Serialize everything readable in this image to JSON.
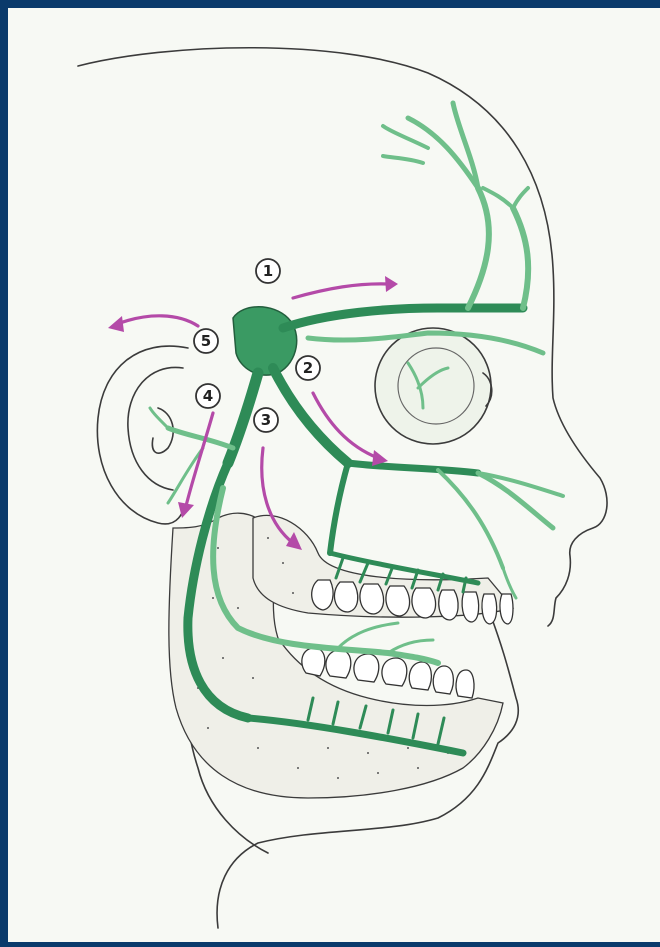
{
  "diagram": {
    "background_color": "#0a3a6b",
    "paper_color": "#f7f9f4",
    "nerve_color": "#2e8b57",
    "arrow_color": "#b44aa8",
    "labels": [
      {
        "id": "1",
        "text": "1"
      },
      {
        "id": "2",
        "text": "2"
      },
      {
        "id": "3",
        "text": "3"
      },
      {
        "id": "4",
        "text": "4"
      },
      {
        "id": "5",
        "text": "5"
      }
    ]
  }
}
